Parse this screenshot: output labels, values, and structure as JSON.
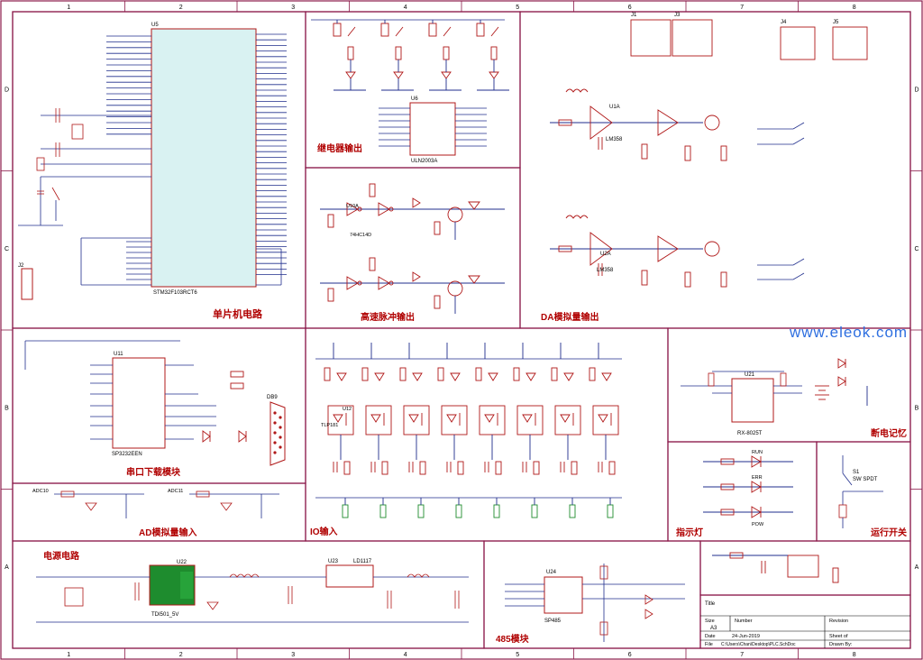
{
  "colors": {
    "frame": "#8b1a4a",
    "wire": "#1f2d8c",
    "component": "#b01818",
    "chip_fill": "#d9f2f2",
    "power_module_fill": "#1e8c2e",
    "label_text": "#b00000",
    "blue_text": "#1f2d8c",
    "watermark": "#2e6fe0",
    "paper": "#ffffff"
  },
  "border": {
    "column_markers": [
      "1",
      "2",
      "3",
      "4",
      "5",
      "6",
      "7",
      "8"
    ],
    "row_markers": [
      "D",
      "C",
      "B",
      "A"
    ]
  },
  "blocks": [
    {
      "key": "mcu",
      "caption": "单片机电路",
      "chip_refs": [
        "U5",
        "STM32F103RCT6"
      ]
    },
    {
      "key": "relay",
      "caption": "继电器输出",
      "chip_refs": [
        "U6",
        "ULN2003A"
      ]
    },
    {
      "key": "dac",
      "caption": "DA模拟量输出",
      "chip_refs": [
        "U1A",
        "LM358",
        "U2A",
        "LM358"
      ]
    },
    {
      "key": "pulse",
      "caption": "高速脉冲输出",
      "chip_refs": [
        "U10A",
        "74HC14D"
      ]
    },
    {
      "key": "uart",
      "caption": "串口下载模块",
      "chip_refs": [
        "U11",
        "SP3232EEN"
      ]
    },
    {
      "key": "io",
      "caption": "IO输入",
      "chip_refs": [
        "U12",
        "TLP181"
      ]
    },
    {
      "key": "rtc",
      "caption": "断电记忆",
      "chip_refs": [
        "U21",
        "RX-8025T"
      ]
    },
    {
      "key": "led",
      "caption": "指示灯",
      "chip_refs": [
        "RUN",
        "ERR",
        "POW"
      ]
    },
    {
      "key": "run_switch",
      "caption": "运行开关",
      "chip_refs": [
        "S1",
        "SW SPDT"
      ]
    },
    {
      "key": "adc",
      "caption": "AD模拟量输入",
      "chip_refs": [
        "ADC10",
        "ADC11"
      ]
    },
    {
      "key": "power",
      "caption": "电源电路",
      "chip_refs": [
        "U22",
        "TDI501_5V",
        "U23",
        "LD1117"
      ]
    },
    {
      "key": "rs485",
      "caption": "485模块",
      "chip_refs": [
        "U24",
        "SP485"
      ]
    }
  ],
  "connectors": [
    "J1",
    "J3",
    "J4",
    "J5",
    "J2",
    "DB9"
  ],
  "title_block": {
    "title_label": "Title",
    "size_label": "Size",
    "size_value": "A3",
    "number_label": "Number",
    "revision_label": "Revision",
    "date_label": "Date",
    "date_value": "24-Jun-2019",
    "file_label": "File",
    "file_value": "C:\\Users\\Chan\\Desktop\\PLC.SchDoc",
    "sheet_label": "Sheet  of",
    "drawn_label": "Drawn By:"
  },
  "watermark": "www.eleok.com"
}
